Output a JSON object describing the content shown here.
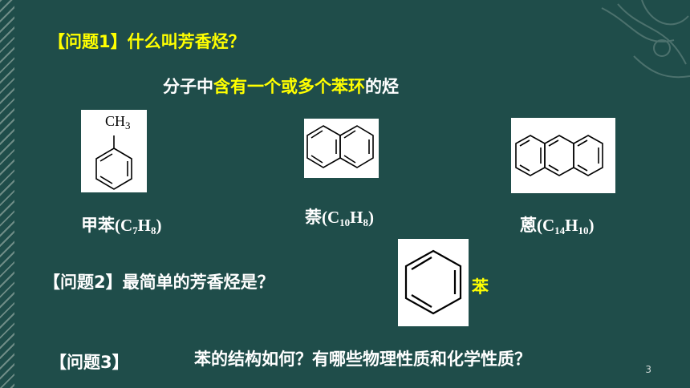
{
  "q1": {
    "label": "【问题1】",
    "question": "什么叫芳香烃？"
  },
  "definition": {
    "prefix": "分子中",
    "highlight": "含有一个或多个苯环",
    "suffix": "的烃"
  },
  "toluene": {
    "substituent": "CH",
    "sub_3": "3",
    "name": "甲苯",
    "formula_open": "(C",
    "f1": "7",
    "h": "H",
    "f2": "8",
    "close": ")"
  },
  "naphthalene": {
    "name": "萘",
    "formula_open": "(C",
    "f1": "10",
    "h": "H",
    "f2": "8",
    "close": ")"
  },
  "anthracene": {
    "name": "蒽",
    "formula_open": "(C",
    "f1": "14",
    "h": "H",
    "f2": "10",
    "close": ")"
  },
  "q2": {
    "label": "【问题2】",
    "question": "最简单的芳香烃是？",
    "answer": "苯"
  },
  "q3": {
    "label": "【问题3】",
    "question": "苯的结构如何？有哪些物理性质和化学性质？"
  },
  "page_number": "3",
  "colors": {
    "background": "#1f4d4a",
    "highlight": "#ffff00",
    "text": "#ffffff"
  }
}
